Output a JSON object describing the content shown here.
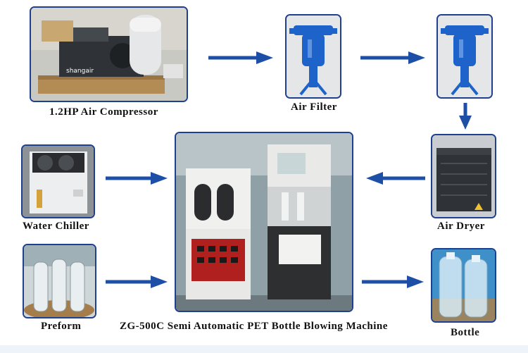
{
  "nodes": {
    "compressor": {
      "label": "1.2HP Air Compressor",
      "brand": "shangair"
    },
    "air_filter": {
      "label": "Air Filter"
    },
    "precision_filter": {
      "label": ""
    },
    "air_dryer": {
      "label": "Air  Dryer"
    },
    "water_chiller": {
      "label": "Water  Chiller"
    },
    "preform": {
      "label": "Preform"
    },
    "machine": {
      "label": "ZG-500C Semi Automatic PET Bottle Blowing Machine"
    },
    "bottle": {
      "label": "Bottle"
    }
  },
  "colors": {
    "frame": "#1f3f8f",
    "arrow": "#1e4fa6",
    "filter": "#1e63c9"
  }
}
